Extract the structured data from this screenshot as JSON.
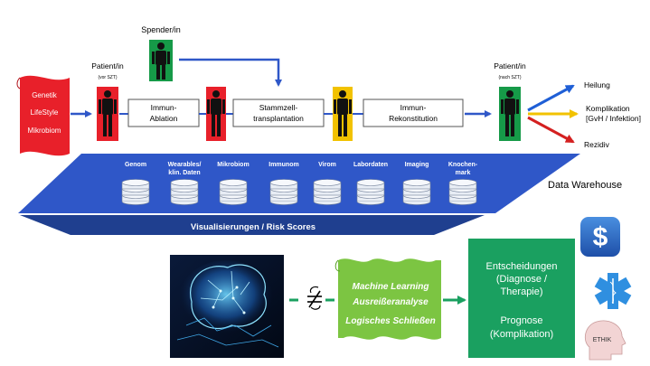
{
  "left_banner": {
    "items": [
      "Genetik",
      "LifeStyle",
      "Mikrobiom"
    ]
  },
  "donor": {
    "label": "Spender/in"
  },
  "patient_before": {
    "label": "Patient/in",
    "sublabel": "(vor SZT)"
  },
  "patient_after": {
    "label": "Patient/in",
    "sublabel": "(nach SZT)"
  },
  "process_boxes": [
    {
      "lines": [
        "Immun-",
        "Ablation"
      ]
    },
    {
      "lines": [
        "Stammzell-",
        "transplantation"
      ]
    },
    {
      "lines": [
        "Immun-",
        "Rekonstitution"
      ]
    }
  ],
  "outcomes": [
    {
      "lines": [
        "Heilung"
      ],
      "color": "#1f5fd6"
    },
    {
      "lines": [
        "Komplikation",
        "[GvH / Infektion]"
      ],
      "color": "#f2c200"
    },
    {
      "lines": [
        "Rezidiv"
      ],
      "color": "#d42020"
    }
  ],
  "warehouse": {
    "label": "Data Warehouse",
    "categories": [
      [
        "Genom"
      ],
      [
        "Wearables/",
        "klin. Daten"
      ],
      [
        "Mikrobiom"
      ],
      [
        "Immunom"
      ],
      [
        "Virom"
      ],
      [
        "Labordaten"
      ],
      [
        "Imaging"
      ],
      [
        "Knochen-",
        "mark"
      ]
    ]
  },
  "band": {
    "label": "Visualisierungen / Risk Scores"
  },
  "ml_box": {
    "lines": [
      "Machine Learning",
      "Ausreißeranalyse",
      "Logisches Schließen"
    ]
  },
  "decision_box": {
    "lines": [
      "Entscheidungen",
      "(Diagnose /",
      "Therapie)",
      "",
      "Prognose",
      "(Komplikation)"
    ]
  },
  "icons": {
    "brain": "brain-circuit-icon",
    "not_equal": "not-equal-icon",
    "app": "dollar-app-icon",
    "medical": "star-of-life-icon",
    "ethics": "ethics-head-icon",
    "ethics_text": "ETHIK"
  },
  "colors": {
    "red": "#e8202a",
    "green": "#169a48",
    "yellow": "#f2c200",
    "blue": "#2f57c8",
    "light_green": "#7cc542",
    "dark_green": "#1aa060",
    "navy": "#1f3f8f"
  }
}
